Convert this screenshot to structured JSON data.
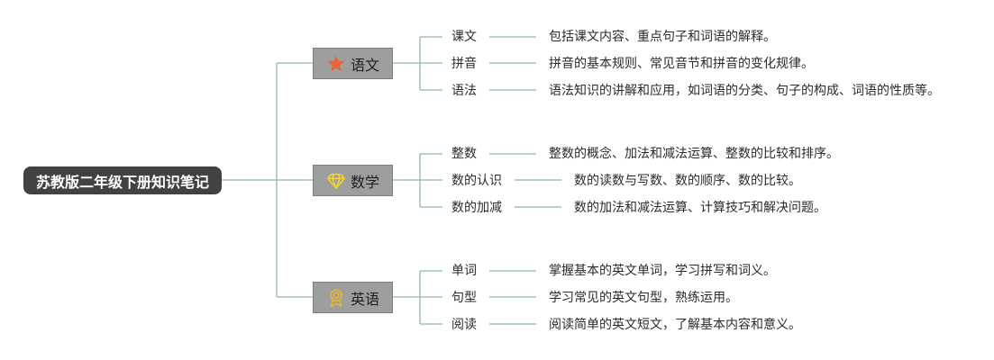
{
  "mindmap": {
    "root": "苏教版二年级下册知识笔记",
    "line_color": "#8fb8a8",
    "subjects": [
      {
        "name": "语文",
        "icon": "star-icon",
        "icon_color": "#e8643a",
        "topics": [
          {
            "label": "课文",
            "desc": "包括课文内容、重点句子和词语的解释。"
          },
          {
            "label": "拼音",
            "desc": "拼音的基本规则、常见音节和拼音的变化规律。"
          },
          {
            "label": "语法",
            "desc": "语法知识的讲解和应用，如词语的分类、句子的构成、词语的性质等。"
          }
        ]
      },
      {
        "name": "数学",
        "icon": "diamond-icon",
        "icon_color": "#f2d22e",
        "topics": [
          {
            "label": "整数",
            "desc": "整数的概念、加法和减法运算、整数的比较和排序。"
          },
          {
            "label": "数的认识",
            "desc": "数的读数与写数、数的顺序、数的比较。"
          },
          {
            "label": "数的加减",
            "desc": "数的加法和减法运算、计算技巧和解决问题。"
          }
        ]
      },
      {
        "name": "英语",
        "icon": "medal-icon",
        "icon_color": "#e6b52e",
        "topics": [
          {
            "label": "单词",
            "desc": "掌握基本的英文单词，学习拼写和词义。"
          },
          {
            "label": "句型",
            "desc": "学习常见的英文句型，熟练运用。"
          },
          {
            "label": "阅读",
            "desc": "阅读简单的英文短文，了解基本内容和意义。"
          }
        ]
      }
    ]
  }
}
